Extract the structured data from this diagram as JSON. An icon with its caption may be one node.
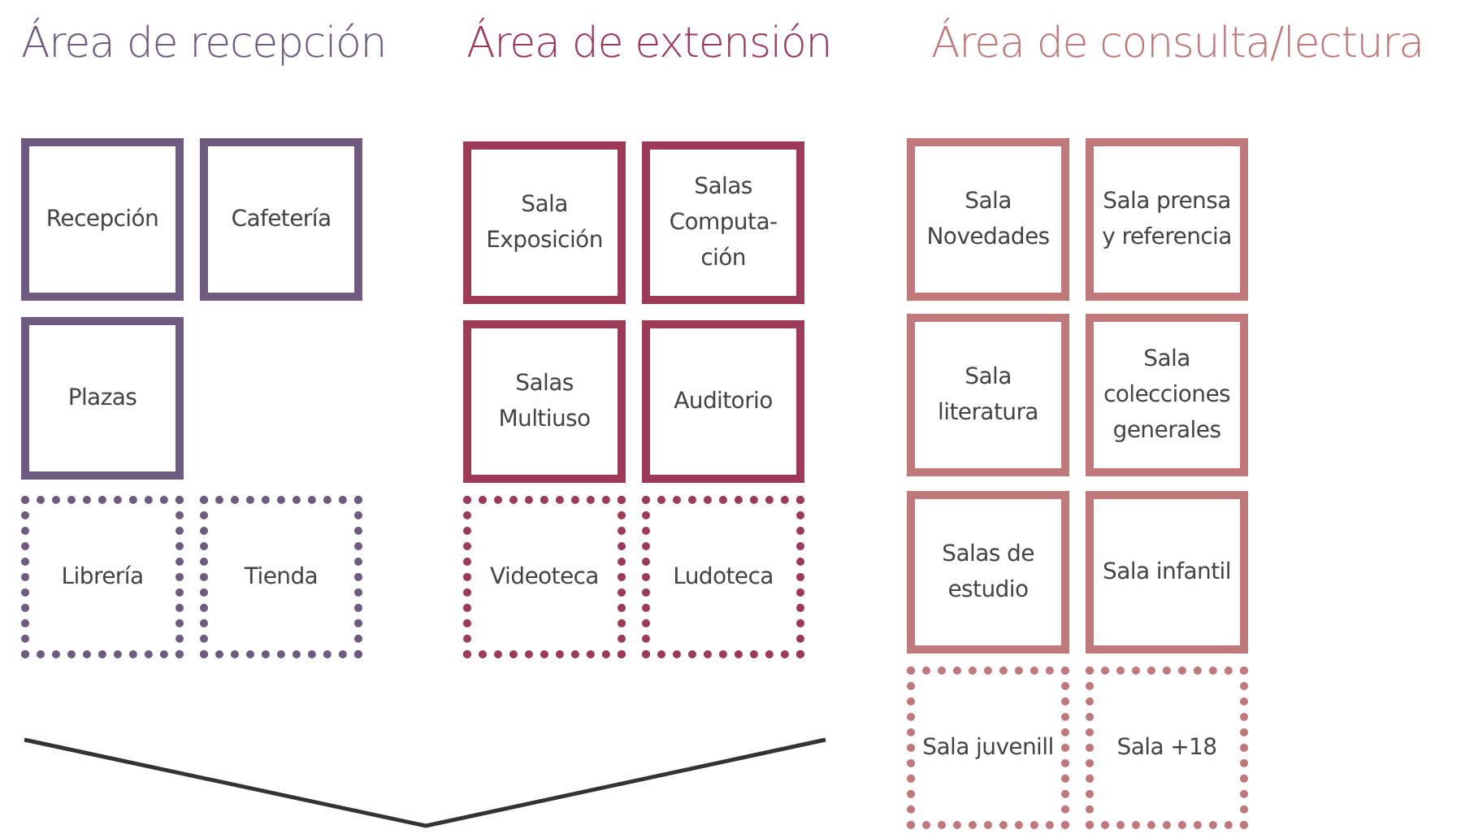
{
  "diagram": {
    "nodes": [
      {
        "text": [
          "Recepción"
        ]
      },
      {
        "text": [
          "Cafetería"
        ]
      },
      {
        "text": [
          "Plazas"
        ]
      },
      {
        "text": [
          "Librería"
        ]
      },
      {
        "text": [
          "Tienda"
        ]
      },
      {
        "text": [
          "Sala Exposición"
        ]
      },
      {
        "text": [
          "Salas Computa-ción"
        ]
      },
      {
        "text": [
          "Salas Multiuso"
        ]
      },
      {
        "text": [
          "Auditorio"
        ]
      },
      {
        "text": [
          "Videoteca"
        ]
      },
      {
        "text": [
          "Ludoteca"
        ]
      },
      {
        "text": [
          "Sala Novedades"
        ]
      },
      {
        "text": [
          "Sala prensa y referencia"
        ]
      },
      {
        "text": [
          "Sala literatura"
        ]
      },
      {
        "text": [
          "Sala colecciones generales"
        ]
      },
      {
        "text": [
          "Salas de estudio"
        ]
      },
      {
        "text": [
          "Sala infantil"
        ]
      },
      {
        "text": [
          "Sala juvenill"
        ]
      },
      {
        "text": [
          "Sala +18"
        ]
      }
    ],
    "labels": [
      "Área de recepción",
      "Área de extensión",
      "Área de consulta/lectura"
    ]
  }
}
